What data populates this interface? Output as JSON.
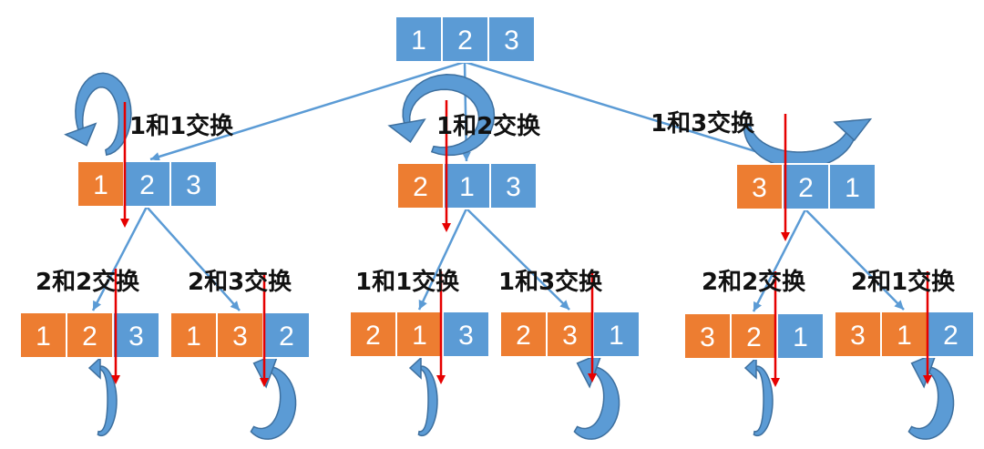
{
  "colors": {
    "blue_cell": "#5b9bd5",
    "orange_cell": "#ed7d31",
    "cell_border": "#ffffff",
    "edge": "#5b9bd5",
    "marker": "#e60000",
    "swirl_light": "#5b9bd5",
    "swirl_dark": "#3d6f9e",
    "label": "#111111"
  },
  "root": {
    "cells": [
      "1",
      "2",
      "3"
    ]
  },
  "level1": [
    {
      "label": "1和1交换",
      "cells": [
        "1",
        "2",
        "3"
      ],
      "orange": [
        0
      ]
    },
    {
      "label": "1和2交换",
      "cells": [
        "2",
        "1",
        "3"
      ],
      "orange": [
        0
      ]
    },
    {
      "label": "1和3交换",
      "cells": [
        "3",
        "2",
        "1"
      ],
      "orange": [
        0
      ]
    }
  ],
  "level2": [
    {
      "label": "2和2交换",
      "cells": [
        "1",
        "2",
        "3"
      ],
      "orange": [
        0,
        1
      ]
    },
    {
      "label": "2和3交换",
      "cells": [
        "1",
        "3",
        "2"
      ],
      "orange": [
        0,
        1
      ]
    },
    {
      "label": "1和1交换",
      "cells": [
        "2",
        "1",
        "3"
      ],
      "orange": [
        0,
        1
      ]
    },
    {
      "label": "1和3交换",
      "cells": [
        "2",
        "3",
        "1"
      ],
      "orange": [
        0,
        1
      ]
    },
    {
      "label": "2和2交换",
      "cells": [
        "3",
        "2",
        "1"
      ],
      "orange": [
        0,
        1
      ]
    },
    {
      "label": "2和1交换",
      "cells": [
        "3",
        "1",
        "2"
      ],
      "orange": [
        0,
        1
      ]
    }
  ]
}
